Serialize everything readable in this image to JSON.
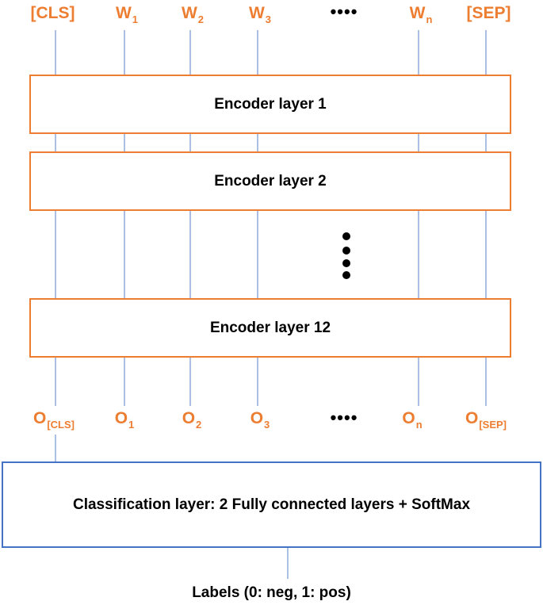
{
  "colors": {
    "orange": "#ED7D31",
    "blue": "#4472C4",
    "text": "#000000",
    "line": "#8FAADC"
  },
  "inputs": [
    {
      "main": "[CLS]",
      "sub": ""
    },
    {
      "main": "W",
      "sub": "1"
    },
    {
      "main": "W",
      "sub": "2"
    },
    {
      "main": "W",
      "sub": "3"
    },
    {
      "main": "W",
      "sub": "n"
    },
    {
      "main": "[SEP]",
      "sub": ""
    }
  ],
  "outputs": [
    {
      "main": "O",
      "sub": "[CLS]"
    },
    {
      "main": "O",
      "sub": "1"
    },
    {
      "main": "O",
      "sub": "2"
    },
    {
      "main": "O",
      "sub": "3"
    },
    {
      "main": "O",
      "sub": "n"
    },
    {
      "main": "O",
      "sub": "[SEP]"
    }
  ],
  "ellipsis": "••••",
  "encoder_layers": [
    "Encoder layer 1",
    "Encoder layer 2",
    "Encoder layer 12"
  ],
  "classification_layer": "Classification layer: 2 Fully connected layers + SoftMax",
  "labels": "Labels (0: neg, 1: pos)"
}
